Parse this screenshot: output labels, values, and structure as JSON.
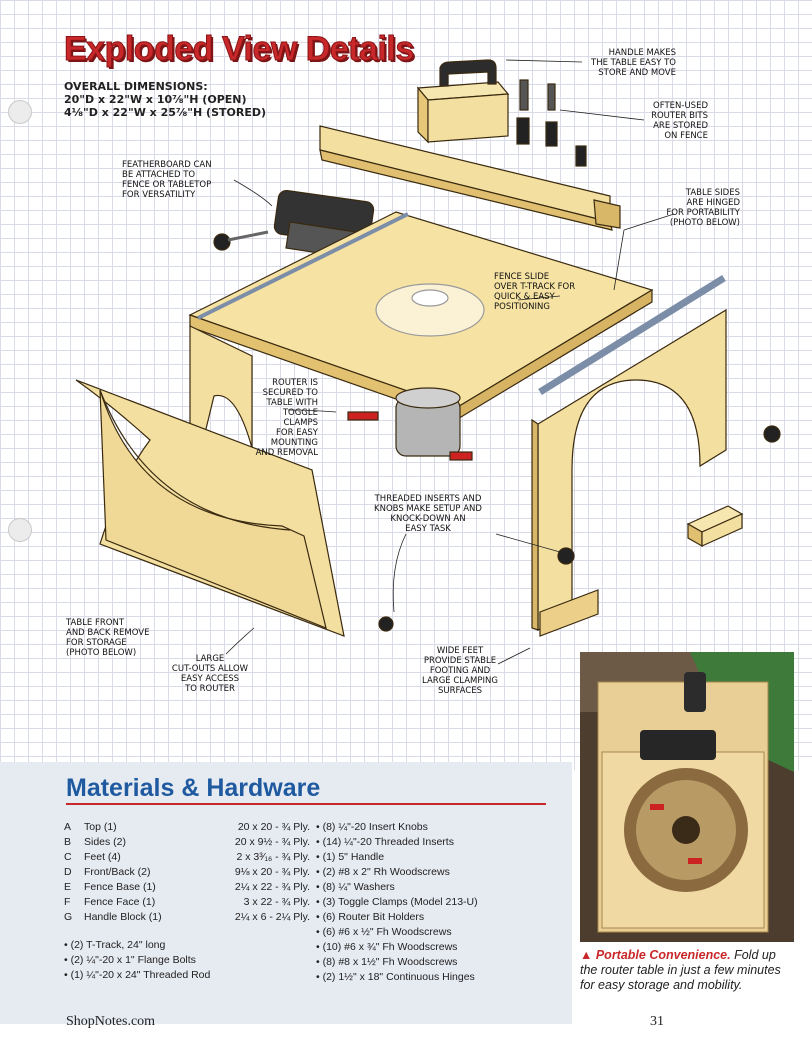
{
  "page": {
    "title": "Exploded View Details",
    "dimensions": [
      "OVERALL DIMENSIONS:",
      "20\"D x 22\"W x 10⅞\"H (OPEN)",
      "4⅛\"D x 22\"W x 25⅞\"H (STORED)"
    ]
  },
  "callouts": {
    "handle": [
      "HANDLE MAKES",
      "THE TABLE EASY TO",
      "STORE AND MOVE"
    ],
    "router_bits": [
      "OFTEN-USED",
      "ROUTER BITS",
      "ARE STORED",
      "ON FENCE"
    ],
    "featherboard": [
      "FEATHERBOARD CAN",
      "BE ATTACHED TO",
      "FENCE OR TABLETOP",
      "FOR VERSATILITY"
    ],
    "table_sides": [
      "TABLE SIDES",
      "ARE HINGED",
      "FOR PORTABILITY",
      "(PHOTO BELOW)"
    ],
    "fence_slide": [
      "FENCE SLIDE",
      "OVER T-TRACK FOR",
      "QUICK & EASY",
      "POSITIONING"
    ],
    "router_secured": [
      "ROUTER IS",
      "SECURED TO",
      "TABLE WITH",
      "TOGGLE",
      "CLAMPS",
      "FOR EASY",
      "MOUNTING",
      "AND REMOVAL"
    ],
    "threaded_inserts": [
      "THREADED INSERTS AND",
      "KNOBS MAKE SETUP AND",
      "KNOCK-DOWN AN",
      "EASY TASK"
    ],
    "table_front": [
      "TABLE FRONT",
      "AND BACK REMOVE",
      "FOR STORAGE",
      "(PHOTO BELOW)"
    ],
    "cutouts": [
      "LARGE",
      "CUT-OUTS ALLOW",
      "EASY ACCESS",
      "TO ROUTER"
    ],
    "wide_feet": [
      "WIDE FEET",
      "PROVIDE STABLE",
      "FOOTING AND",
      "LARGE CLAMPING",
      "SURFACES"
    ]
  },
  "materials": {
    "title": "Materials & Hardware",
    "parts": [
      {
        "letter": "A",
        "name": "Top (1)",
        "size": "20 x 20 - ¾ Ply."
      },
      {
        "letter": "B",
        "name": "Sides (2)",
        "size": "20 x 9½ - ¾ Ply."
      },
      {
        "letter": "C",
        "name": "Feet (4)",
        "size": "2 x 3³⁄₁₆ - ¾ Ply."
      },
      {
        "letter": "D",
        "name": "Front/Back (2)",
        "size": "9⅛ x 20 - ¾ Ply."
      },
      {
        "letter": "E",
        "name": "Fence Base (1)",
        "size": "2¼ x 22 - ¾ Ply."
      },
      {
        "letter": "F",
        "name": "Fence Face (1)",
        "size": "3 x 22 - ¾ Ply."
      },
      {
        "letter": "G",
        "name": "Handle Block (1)",
        "size": "2¼ x 6 - 2¼ Ply."
      }
    ],
    "hardware_left": [
      "• (2) T-Track, 24\" long",
      "• (2) ¼\"-20 x 1\" Flange Bolts",
      "• (1) ¼\"-20 x 24\" Threaded Rod"
    ],
    "hardware_right": [
      "• (8) ¼\"-20 Insert Knobs",
      "• (14) ¼\"-20 Threaded Inserts",
      "• (1) 5\" Handle",
      "• (2) #8 x 2\" Rh Woodscrews",
      "• (8) ¼\" Washers",
      "• (3) Toggle Clamps (Model 213-U)",
      "• (6) Router Bit Holders",
      "• (6) #6 x ½\" Fh Woodscrews",
      "• (10) #6 x ¾\" Fh Woodscrews",
      "• (8) #8 x 1½\" Fh Woodscrews",
      "• (2) 1½\" x 18\" Continuous Hinges"
    ]
  },
  "photo_caption": {
    "lead": "▲ Portable Convenience.",
    "text": "Fold up the router table in just a few minutes for easy storage and mobility."
  },
  "footer": {
    "site": "ShopNotes.com",
    "page_number": "31"
  },
  "colors": {
    "title_red": "#c8282a",
    "heading_blue": "#1f5aa0",
    "wood": "#f3dfa0",
    "panel": "#e6eaf1"
  }
}
